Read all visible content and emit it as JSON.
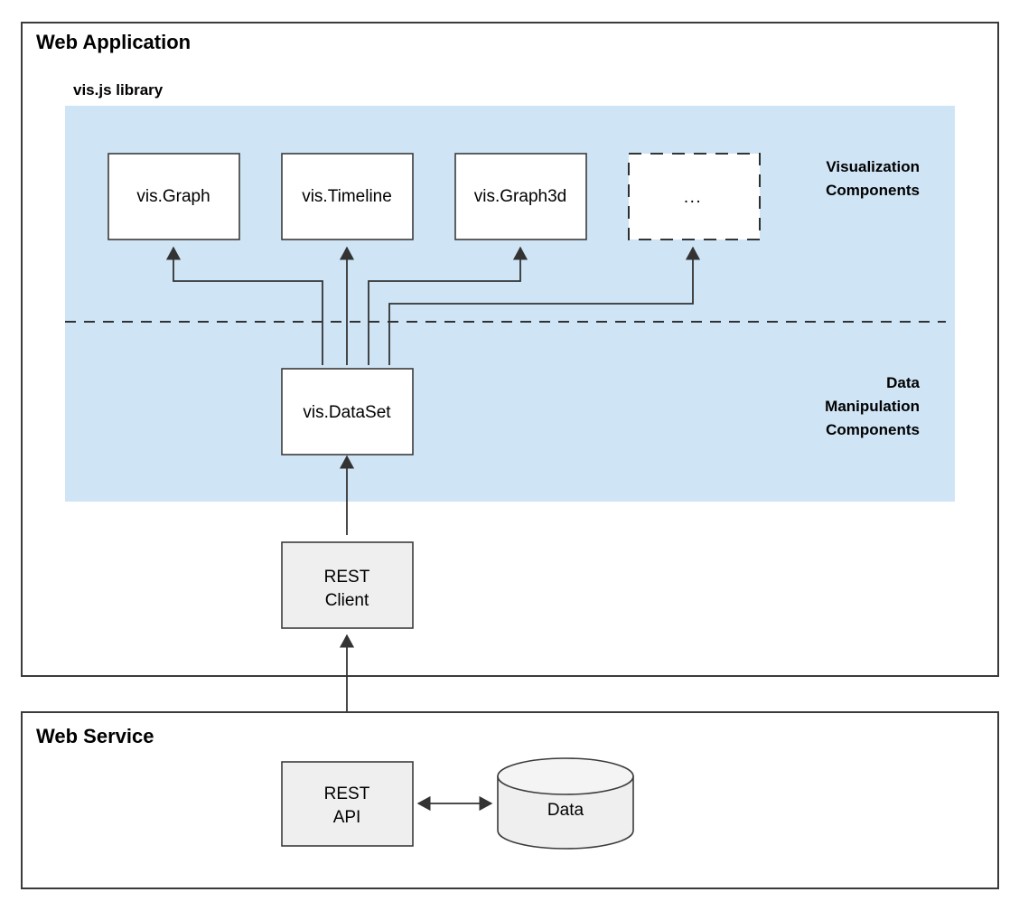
{
  "diagram": {
    "title_web_application": "Web Application",
    "title_web_service": "Web Service",
    "panel_title": "vis.js library",
    "group_labels": {
      "visualization_line1": "Visualization",
      "visualization_line2": "Components",
      "data_line1": "Data",
      "data_line2": "Manipulation",
      "data_line3": "Components"
    },
    "nodes": {
      "graph": "vis.Graph",
      "timeline": "vis.Timeline",
      "graph3d": "vis.Graph3d",
      "ellipsis": "...",
      "dataset": "vis.DataSet",
      "rest_client_line1": "REST",
      "rest_client_line2": "Client",
      "rest_api_line1": "REST",
      "rest_api_line2": "API",
      "data_store": "Data"
    },
    "colors": {
      "panel_fill": "#cfe4f5",
      "box_fill": "#ffffff",
      "gray_fill": "#efefef",
      "stroke": "#3b3b3b",
      "background": "#ffffff"
    }
  }
}
